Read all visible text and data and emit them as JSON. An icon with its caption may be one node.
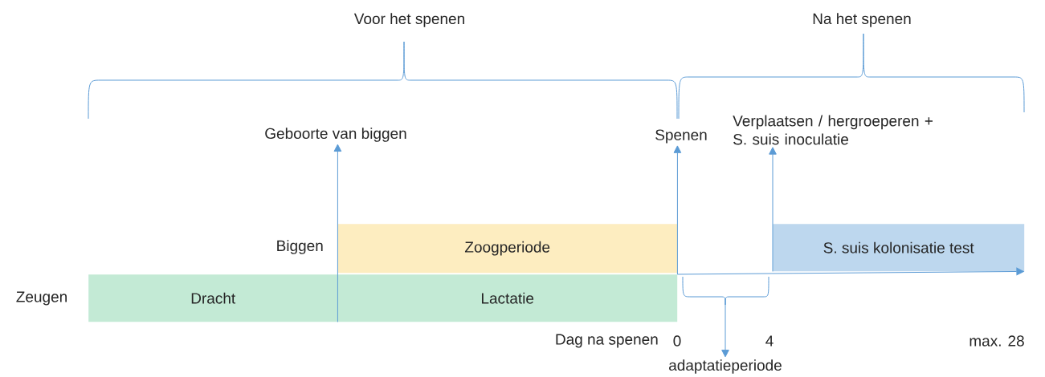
{
  "diagram": {
    "nodes": [
      {
        "text": [
          "Voor het spenen"
        ]
      },
      {
        "text": [
          "Na het spenen"
        ]
      },
      {
        "text": [
          "Geboorte van biggen"
        ]
      },
      {
        "text": [
          "Spenen"
        ]
      },
      {
        "text": [
          "Verplaatsen / hergroeperen + S. suis inoculatie"
        ]
      },
      {
        "text": [
          "Zoogperiode"
        ]
      },
      {
        "text": [
          "Dracht"
        ]
      },
      {
        "text": [
          "Lactatie"
        ]
      },
      {
        "text": [
          "S. suis kolonisatie test"
        ]
      },
      {
        "text": [
          "adaptatieperiode"
        ]
      }
    ],
    "edges": [
      {
        "from": 6,
        "to": 2,
        "arrow": "to"
      },
      {
        "from": 7,
        "to": 3,
        "arrow": "to"
      },
      {
        "from": 8,
        "to": 4,
        "arrow": "to"
      },
      {
        "from": null,
        "to": 9,
        "arrow": "to"
      },
      {
        "from": 7,
        "to": 8,
        "arrow": "to"
      }
    ],
    "labels": [
      "Biggen",
      "Zeugen",
      "Dag na spenen",
      "0",
      "4",
      "max. 28"
    ]
  }
}
